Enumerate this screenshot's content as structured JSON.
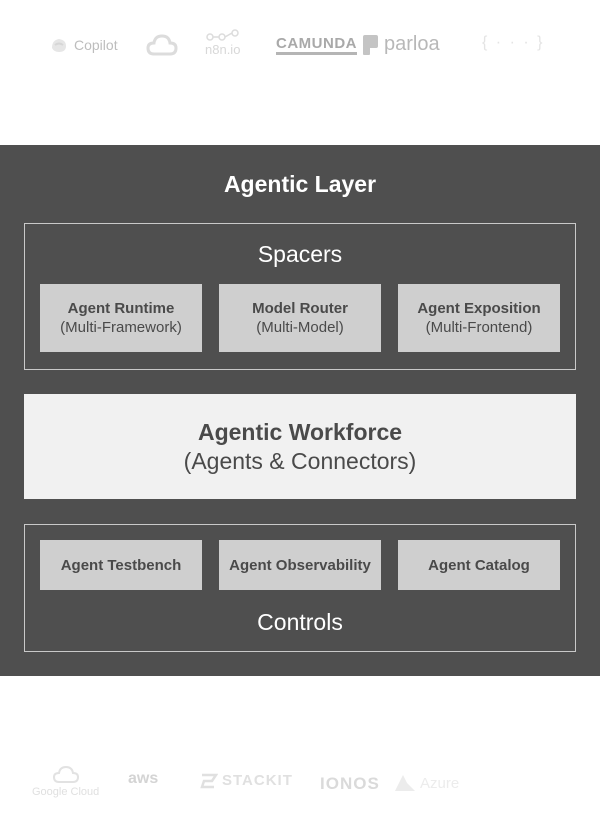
{
  "logos_top": {
    "copilot": "Copilot",
    "n8n": "n8n.io",
    "camunda": "CAMUNDA",
    "parloa": "parloa",
    "bracket": "{ · · · }"
  },
  "layer": {
    "title": "Agentic Layer",
    "spacers": {
      "label": "Spacers",
      "boxes": [
        {
          "title": "Agent Runtime",
          "sub": "(Multi-Framework)"
        },
        {
          "title": "Model Router",
          "sub": "(Multi-Model)"
        },
        {
          "title": "Agent Exposition",
          "sub": "(Multi-Frontend)"
        }
      ]
    },
    "workforce": {
      "title": "Agentic Workforce",
      "sub": "(Agents & Connectors)"
    },
    "controls": {
      "label": "Controls",
      "boxes": [
        {
          "title": "Agent Testbench"
        },
        {
          "title": "Agent Observability"
        },
        {
          "title": "Agent Catalog"
        }
      ]
    }
  },
  "logos_bottom": {
    "google_cloud": "Google Cloud",
    "aws": "aws",
    "stackit": "STACKIT",
    "ionos": "IONOS",
    "azure": "Azure"
  },
  "colors": {
    "band": "#4f4f4f",
    "box": "#cfcfcf",
    "workforce": "#f1f1f1",
    "text_dark": "#4a4a4a",
    "text_light": "#ffffff"
  }
}
